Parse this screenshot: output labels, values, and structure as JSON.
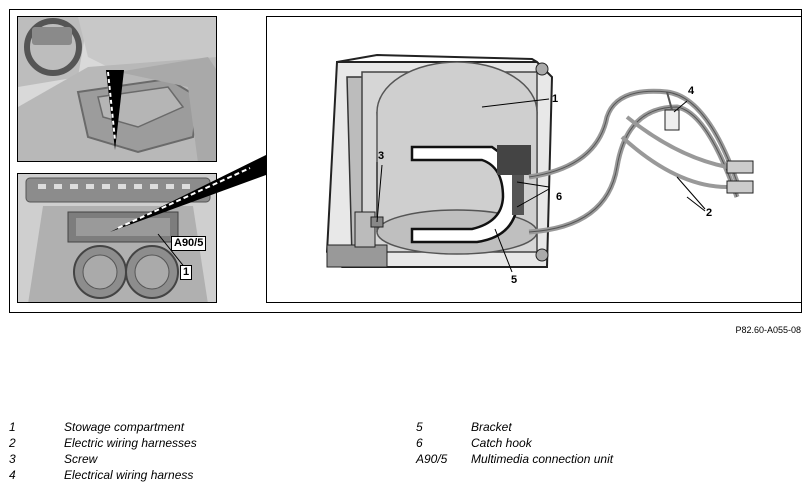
{
  "figure": {
    "callouts": {
      "stowage_compartment": "1",
      "wiring_harnesses": "2",
      "screw": "3",
      "electrical_harness": "4",
      "bracket": "5",
      "catch_hook": "6",
      "inset_stowage": "1",
      "inset_unit": "A90/5"
    },
    "figure_code": "P82.60-A055-08"
  },
  "legend": {
    "left": [
      {
        "num": "1",
        "label": "Stowage compartment"
      },
      {
        "num": "2",
        "label": "Electric wiring harnesses"
      },
      {
        "num": "3",
        "label": "Screw"
      },
      {
        "num": "4",
        "label": "Electrical wiring harness"
      }
    ],
    "right": [
      {
        "num": "5",
        "label": "Bracket"
      },
      {
        "num": "6",
        "label": "Catch hook"
      },
      {
        "num": "A90/5",
        "label": "Multimedia connection unit"
      }
    ]
  }
}
